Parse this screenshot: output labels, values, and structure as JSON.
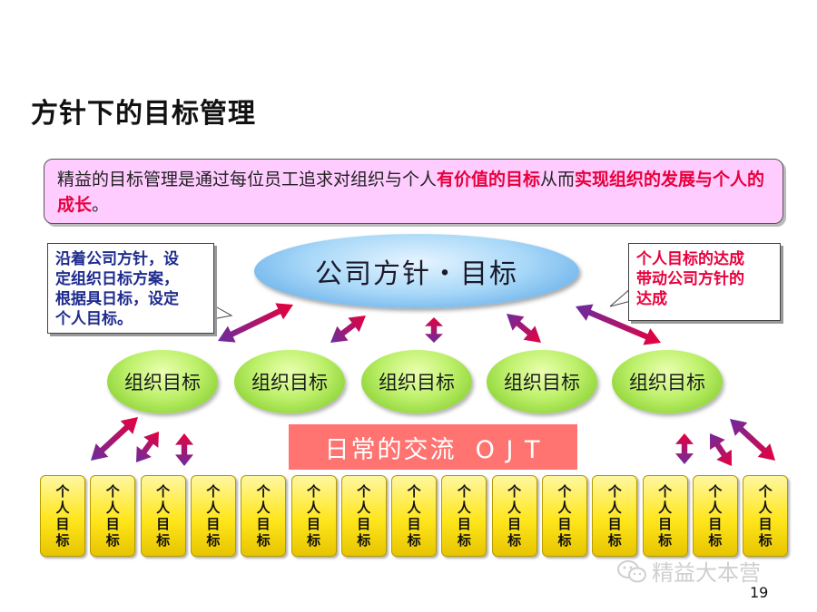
{
  "title": "方针下的目标管理",
  "statement": {
    "part1": "精益的目标管理是通过每位员工追求对组织与个人",
    "highlight1": "有价值的目标",
    "part2": "从而",
    "highlight2": "实现组织的发展与个人的成长",
    "part3": "。"
  },
  "callout_left": [
    "沿着公司方针，设",
    "定组织日标方案，",
    "根据具日标，设定",
    "个人目标。"
  ],
  "callout_right": [
    "个人目标的达成",
    "带动公司方针的",
    "达成"
  ],
  "company_goal": "公司方针・目标",
  "org_goals": [
    "组织目标",
    "组织目标",
    "组织目标",
    "组织目标",
    "组织目标"
  ],
  "ojt_label": "日常的交流  O J T",
  "personal_goal": [
    "个",
    "人",
    "目",
    "标"
  ],
  "personal_goal_count": 15,
  "watermark": "精益大本营",
  "watermark_icon": "wechat-icon",
  "page_number": "19",
  "colors": {
    "title": "#111111",
    "highlight_red": "#e8003c",
    "statement_bg": "#ffccff",
    "callout_left_text": "#1f2c8e",
    "ojt_bg": "#ff7370",
    "company_ellipse": "#a8d8f8",
    "org_ellipse": "#bdf06a",
    "personal_box": "#ffe61c",
    "arrow_start": "#6a2ca0",
    "arrow_end": "#e8003c"
  }
}
